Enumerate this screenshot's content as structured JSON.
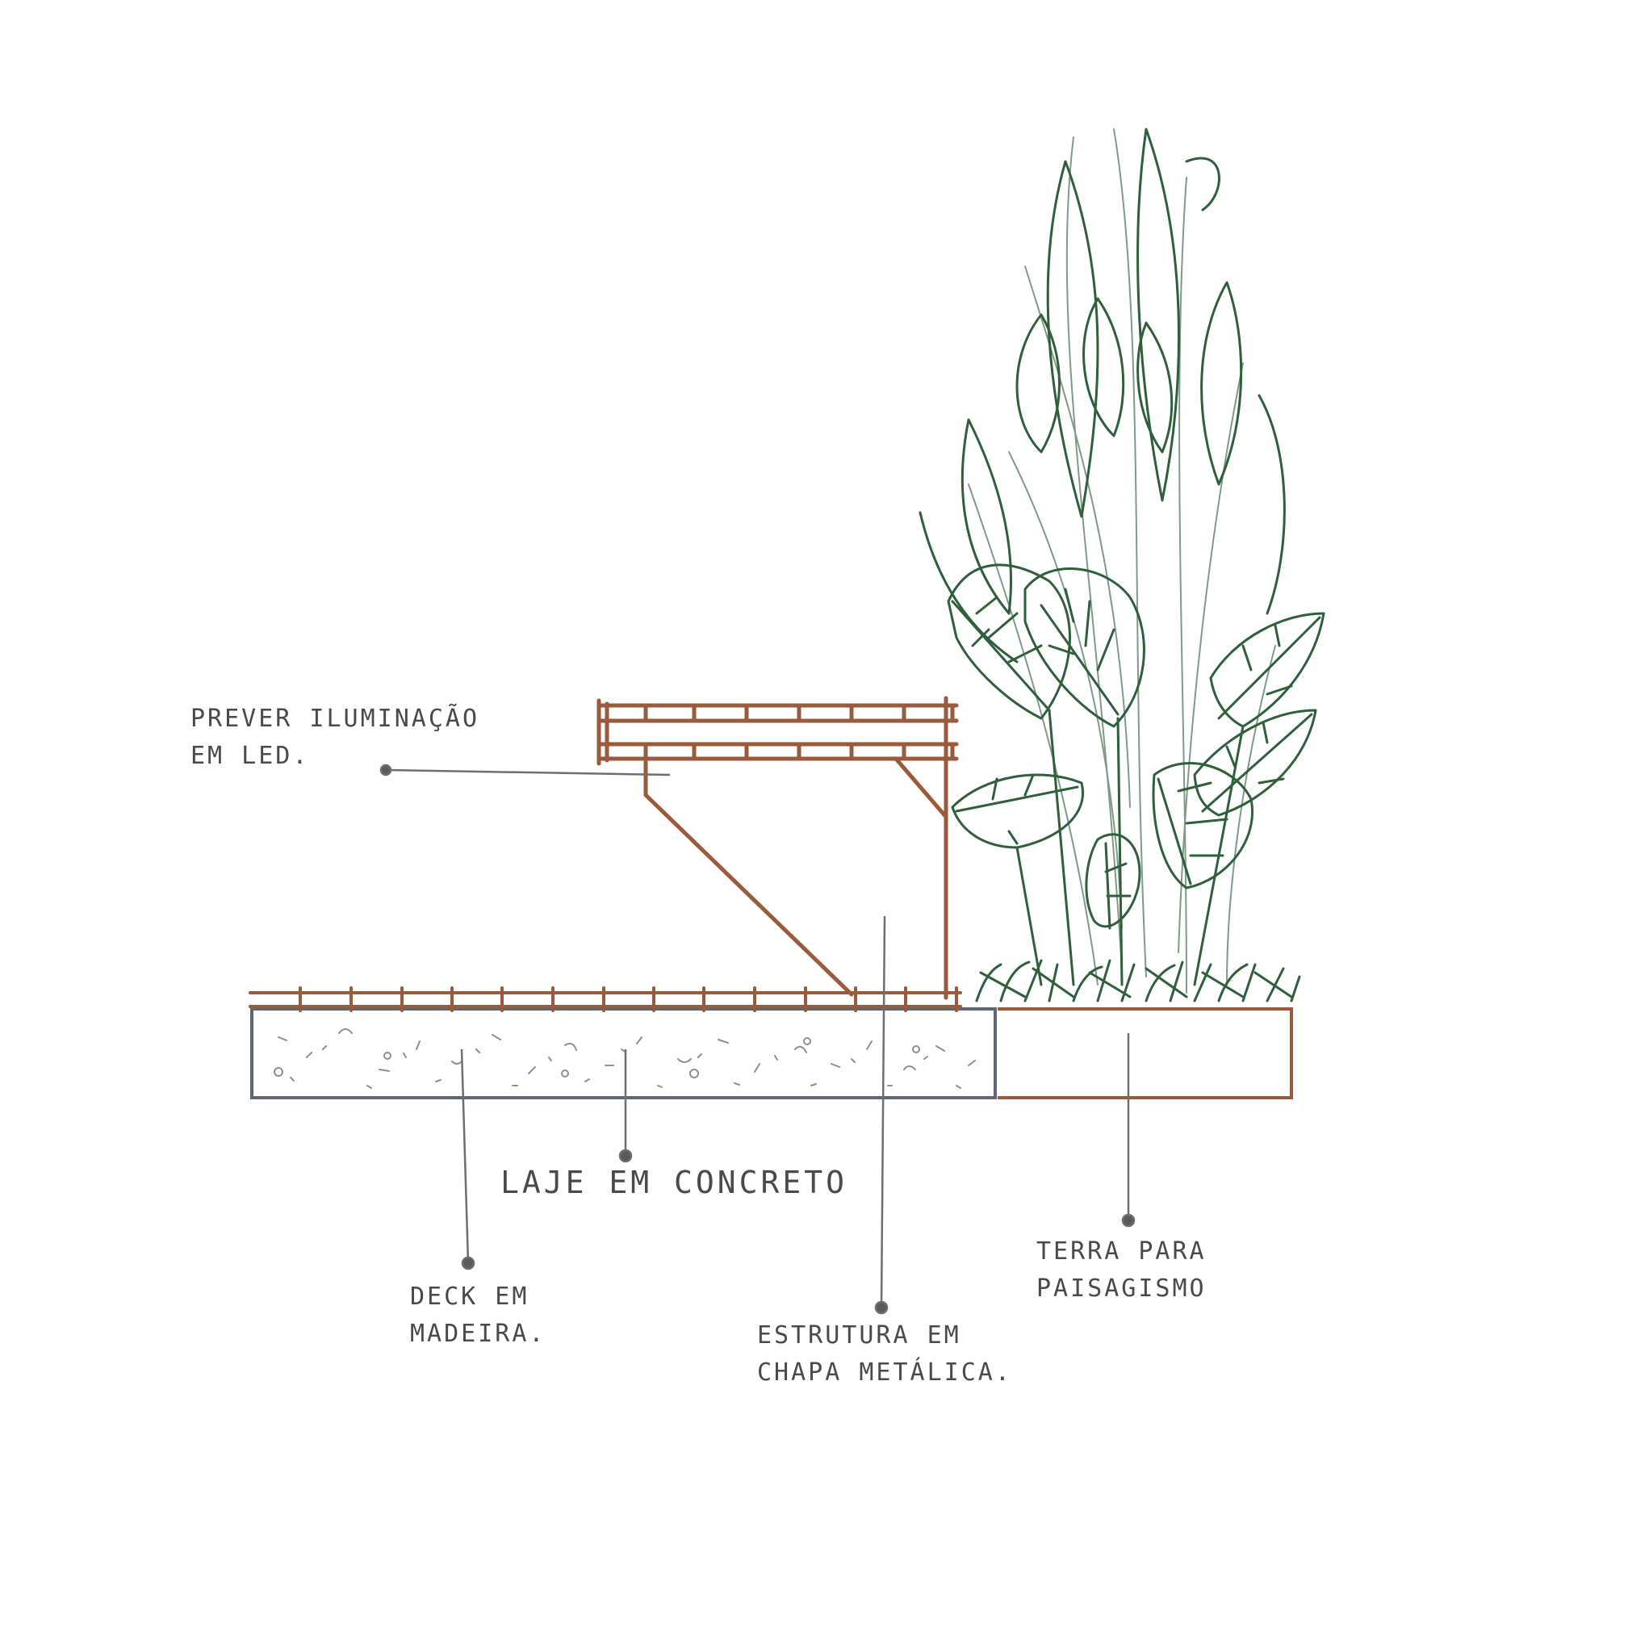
{
  "colors": {
    "background": "#ffffff",
    "wood": "#9a5a3c",
    "concrete_line": "#5f6770",
    "leader": "#6e6e6e",
    "plant_dark": "#2f5f3b",
    "plant_light": "#7f9a86",
    "text": "#4a4a4a"
  },
  "labels": {
    "led": {
      "line1": "Prever iluminação",
      "line2": "em LED."
    },
    "slab": {
      "line1": "Laje em concreto"
    },
    "deck": {
      "line1": "Deck em",
      "line2": "madeira."
    },
    "structure": {
      "line1": "Estrutura em",
      "line2": "chapa metálica."
    },
    "soil": {
      "line1": "Terra para",
      "line2": "paisagismo"
    }
  }
}
